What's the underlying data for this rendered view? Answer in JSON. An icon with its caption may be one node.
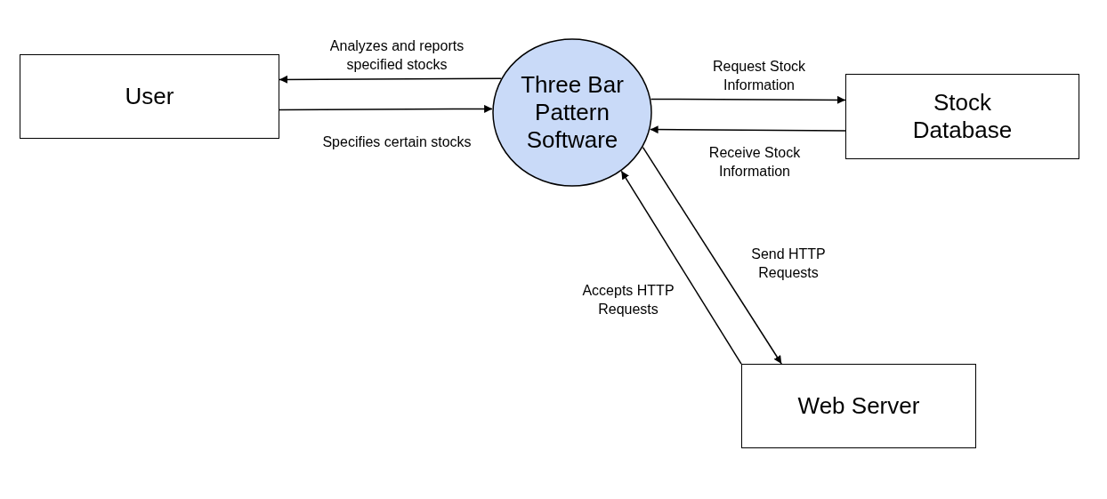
{
  "diagram": {
    "nodes": [
      {
        "text": [
          "User"
        ]
      },
      {
        "text": [
          "Three Bar Pattern Software"
        ]
      },
      {
        "text": [
          "Stock Database"
        ]
      },
      {
        "text": [
          "Web Server"
        ]
      }
    ],
    "edges": [
      {
        "from": 1,
        "to": 0,
        "arrow": "to",
        "label": "Analyzes and reports specified stocks"
      },
      {
        "from": 0,
        "to": 1,
        "arrow": "to",
        "label": "Specifies certain stocks"
      },
      {
        "from": 1,
        "to": 2,
        "arrow": "to",
        "label": "Request Stock Information"
      },
      {
        "from": 2,
        "to": 1,
        "arrow": "to",
        "label": "Receive Stock Information"
      },
      {
        "from": 1,
        "to": 3,
        "arrow": "to",
        "label": "Send HTTP Requests"
      },
      {
        "from": 3,
        "to": 1,
        "arrow": "to",
        "label": "Accepts HTTP Requests"
      }
    ]
  }
}
